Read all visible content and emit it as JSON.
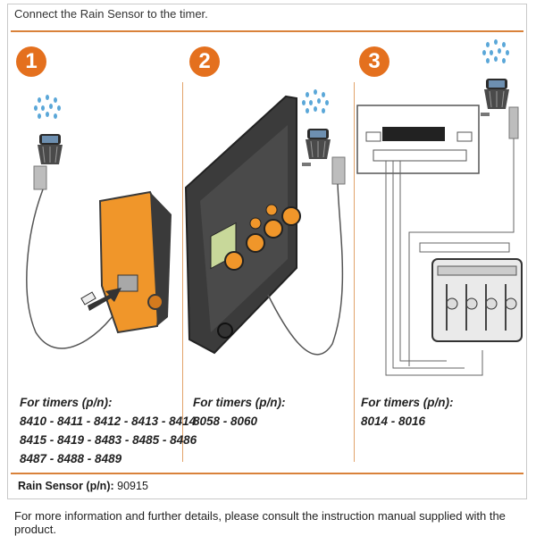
{
  "header": {
    "title": "Connect the Rain Sensor to the timer."
  },
  "steps": [
    {
      "number": "1",
      "timers_title": "For timers (p/n):",
      "timers_lines": [
        "8410 - 8411 - 8412 - 8413 - 8414",
        "8415 - 8419 - 8483 - 8485 - 8486",
        "8487 - 8488 - 8489"
      ]
    },
    {
      "number": "2",
      "timers_title": "For timers (p/n):",
      "timers_lines": [
        "8058 - 8060"
      ]
    },
    {
      "number": "3",
      "timers_title": "For timers (p/n):",
      "timers_lines": [
        "8014 - 8016"
      ]
    }
  ],
  "sensor": {
    "label": "Rain Sensor (p/n):",
    "part_number": "90915"
  },
  "footer": {
    "text": "For more information and further details, please consult the instruction manual supplied with the product."
  },
  "colors": {
    "accent": "#e4701e",
    "rule": "#d9823a",
    "timer_orange": "#f0962a",
    "timer_dark": "#3a3a3a",
    "rain": "#5aa7d8"
  }
}
